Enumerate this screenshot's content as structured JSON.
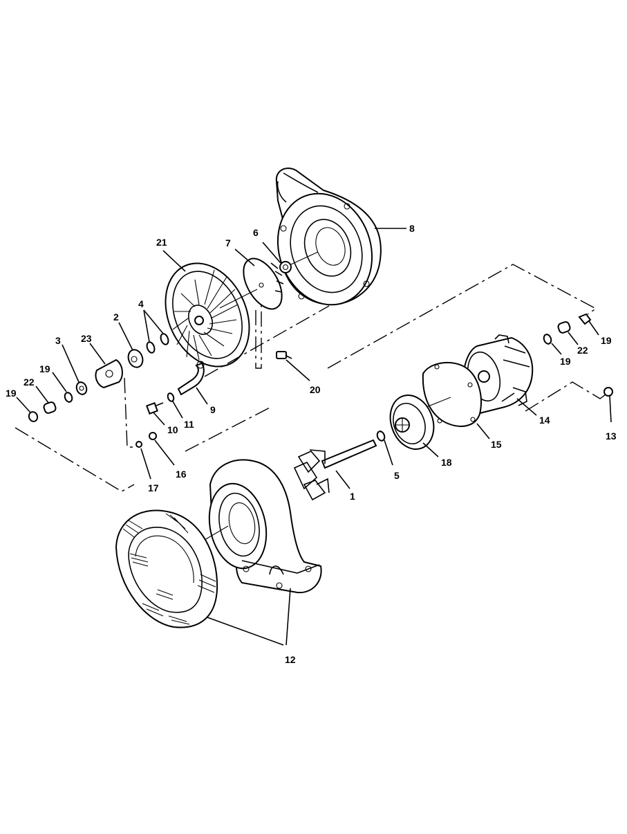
{
  "diagram": {
    "callouts": [
      {
        "id": "c8",
        "label": "8"
      },
      {
        "id": "c6",
        "label": "6"
      },
      {
        "id": "c7",
        "label": "7"
      },
      {
        "id": "c21",
        "label": "21"
      },
      {
        "id": "c4",
        "label": "4"
      },
      {
        "id": "c2",
        "label": "2"
      },
      {
        "id": "c3",
        "label": "3"
      },
      {
        "id": "c23",
        "label": "23"
      },
      {
        "id": "c19a",
        "label": "19"
      },
      {
        "id": "c22a",
        "label": "22"
      },
      {
        "id": "c19b",
        "label": "19"
      },
      {
        "id": "c19c",
        "label": "19"
      },
      {
        "id": "c22b",
        "label": "22"
      },
      {
        "id": "c19d",
        "label": "19"
      },
      {
        "id": "c20",
        "label": "20"
      },
      {
        "id": "c9",
        "label": "9"
      },
      {
        "id": "c10",
        "label": "10"
      },
      {
        "id": "c11",
        "label": "11"
      },
      {
        "id": "c14",
        "label": "14"
      },
      {
        "id": "c13",
        "label": "13"
      },
      {
        "id": "c15",
        "label": "15"
      },
      {
        "id": "c18",
        "label": "18"
      },
      {
        "id": "c5",
        "label": "5"
      },
      {
        "id": "c16",
        "label": "16"
      },
      {
        "id": "c17",
        "label": "17"
      },
      {
        "id": "c1",
        "label": "1"
      },
      {
        "id": "c12",
        "label": "12"
      }
    ]
  }
}
